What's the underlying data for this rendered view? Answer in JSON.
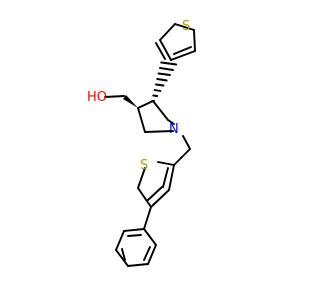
{
  "molecule": {
    "atoms": {
      "hydroxyl": {
        "label": "HO",
        "color": "#ff0000"
      },
      "thiophene_top_sulfur": {
        "label": "S",
        "color": "#b2a100"
      },
      "pyrrolidine_nitrogen": {
        "label": "N",
        "color": "#0000ff"
      },
      "thiophene_lower_sulfur": {
        "label": "S",
        "color": "#b2a100"
      }
    }
  }
}
